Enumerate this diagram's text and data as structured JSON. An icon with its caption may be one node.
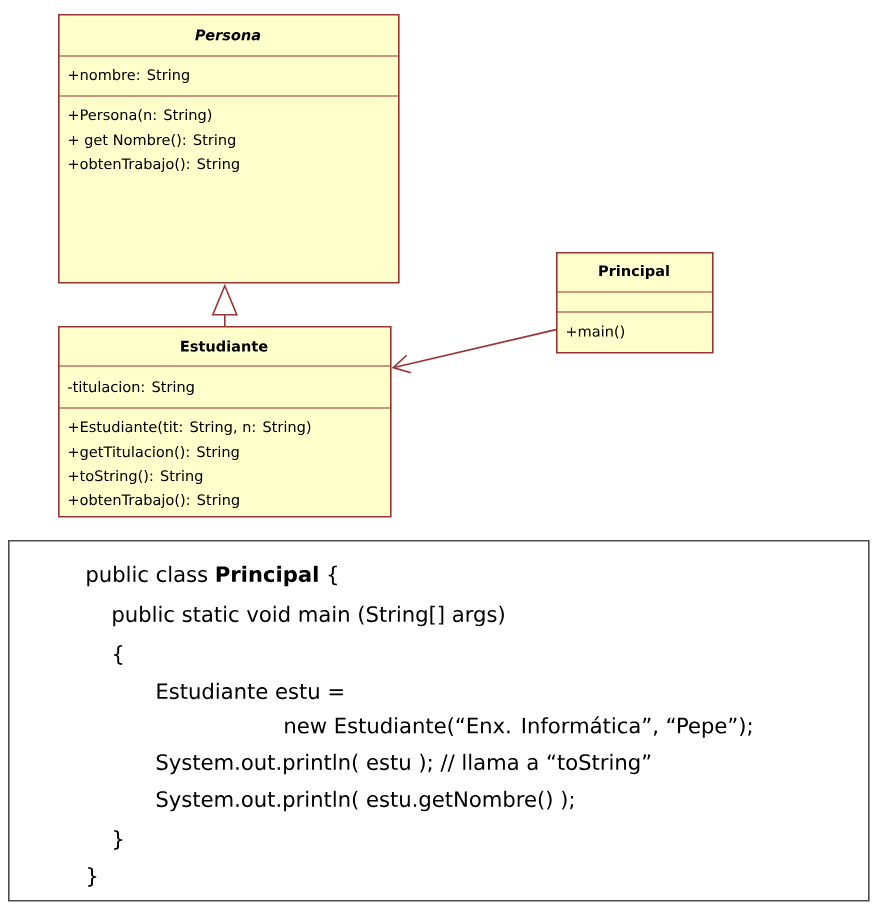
{
  "diagram": {
    "nodes": [
      {
        "text": [
          "Persona",
          "+nombre: String",
          "+Persona(n: String)",
          "+ get Nombre(): String",
          "+obtenTrabajo(): String"
        ]
      },
      {
        "text": [
          "Estudiante",
          "-titulacion: String",
          "+Estudiante(tit: String, n: String)",
          "+getTitulacion(): String",
          "+toString(): String",
          "+obtenTrabajo(): String"
        ]
      },
      {
        "text": [
          "Principal",
          "+main()"
        ]
      },
      {
        "text": [
          "public class **Principal** {",
          "public static void main (String[] args)",
          "{",
          "Estudiante estu =",
          "new Estudiante(“Enx. Informática”, “Pepe”);",
          "System.out.println( estu ); // llama a “toString”",
          "System.out.println( estu.getNombre() );",
          "}",
          "}"
        ]
      }
    ],
    "edges": [
      {
        "from": 1,
        "to": 0,
        "arrow": "to"
      },
      {
        "from": 2,
        "to": 1,
        "arrow": "to"
      }
    ]
  }
}
